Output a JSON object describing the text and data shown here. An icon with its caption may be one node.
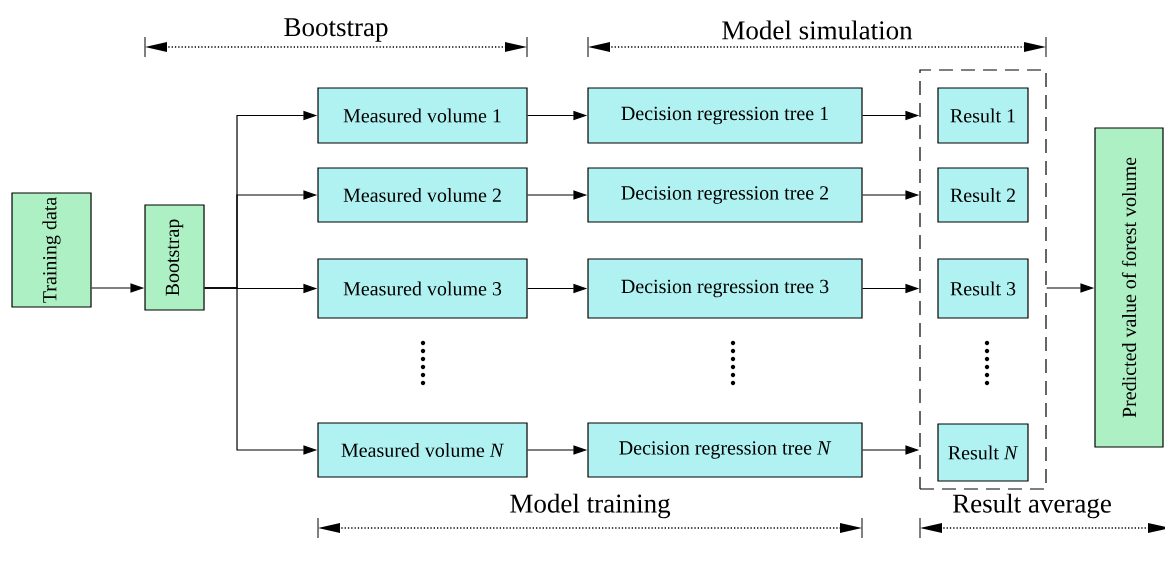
{
  "diagram": {
    "nodes": [
      {
        "text": [
          "Training data"
        ]
      },
      {
        "text": [
          "Bootstrap"
        ]
      },
      {
        "text": [
          "Measured volume 1"
        ]
      },
      {
        "text": [
          "Measured volume 2"
        ]
      },
      {
        "text": [
          "Measured volume 3"
        ]
      },
      {
        "text": [
          "Measured volume *N*"
        ]
      },
      {
        "text": [
          "Decision regression tree 1"
        ]
      },
      {
        "text": [
          "Decision regression tree 2"
        ]
      },
      {
        "text": [
          "Decision regression tree 3"
        ]
      },
      {
        "text": [
          "Decision regression tree *N*"
        ]
      },
      {
        "text": [],
        "shape": "box"
      },
      {
        "text": [
          "Result 1"
        ],
        "in": 10
      },
      {
        "text": [
          "Result 2"
        ],
        "in": 10
      },
      {
        "text": [
          "Result 3"
        ],
        "in": 10
      },
      {
        "text": [
          "Result *N*"
        ],
        "in": 10
      },
      {
        "text": [
          "Predicted value of forest volume"
        ]
      }
    ],
    "edges": [
      {
        "from": 0,
        "to": 1,
        "arrow": "to"
      },
      {
        "from": 1,
        "to": 2,
        "arrow": "to"
      },
      {
        "from": 1,
        "to": 3,
        "arrow": "to"
      },
      {
        "from": 1,
        "to": 4,
        "arrow": "to"
      },
      {
        "from": 1,
        "to": 5,
        "arrow": "to"
      },
      {
        "from": 2,
        "to": 6,
        "arrow": "to"
      },
      {
        "from": 3,
        "to": 7,
        "arrow": "to"
      },
      {
        "from": 4,
        "to": 8,
        "arrow": "to"
      },
      {
        "from": 5,
        "to": 9,
        "arrow": "to"
      },
      {
        "from": 6,
        "to": 10,
        "arrow": "to"
      },
      {
        "from": 7,
        "to": 10,
        "arrow": "to"
      },
      {
        "from": 8,
        "to": 10,
        "arrow": "to"
      },
      {
        "from": 9,
        "to": 10,
        "arrow": "to"
      },
      {
        "from": 10,
        "to": 15,
        "arrow": "to"
      }
    ],
    "labels": [
      "Bootstrap",
      "Model simulation",
      "Model training",
      "Result average"
    ]
  }
}
